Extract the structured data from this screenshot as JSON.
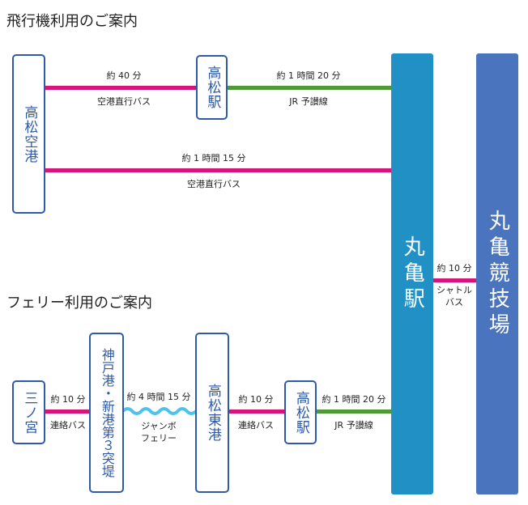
{
  "colors": {
    "box_border": "#2f5aa6",
    "marugame_station": "#2190c4",
    "stadium": "#4a74bd",
    "airport_bus": "#d6157a",
    "jr_line": "#4f9a36",
    "ferry": "#4cc3ec"
  },
  "air": {
    "title": "飛行機利用のご案内",
    "airport": "高松空港",
    "takamatsu_station": "高松駅",
    "route_to_station": {
      "time": "約 40 分",
      "mode": "空港直行バス"
    },
    "route_jr": {
      "time": "約 1 時間 20 分",
      "mode": "JR 予讃線"
    },
    "route_direct": {
      "time": "約 1 時間 15 分",
      "mode": "空港直行バス"
    }
  },
  "marugame_station": "丸亀駅",
  "stadium": "丸亀競技場",
  "shuttle": {
    "time": "約 10 分",
    "mode_line1": "シャトル",
    "mode_line2": "バス"
  },
  "ferry": {
    "title": "フェリー利用のご案内",
    "sannomiya": "三ノ宮",
    "kobe_port": "神戸港・新港第３突堤",
    "takamatsu_east_port": "高松東港",
    "takamatsu_station": "高松駅",
    "route_bus1": {
      "time": "約 10 分",
      "mode": "連絡バス"
    },
    "route_ferry": {
      "time": "約 4 時間 15 分",
      "mode_line1": "ジャンボ",
      "mode_line2": "フェリー"
    },
    "route_bus2": {
      "time": "約 10 分",
      "mode": "連絡バス"
    },
    "route_jr": {
      "time": "約 1 時間 20 分",
      "mode": "JR 予讃線"
    }
  }
}
